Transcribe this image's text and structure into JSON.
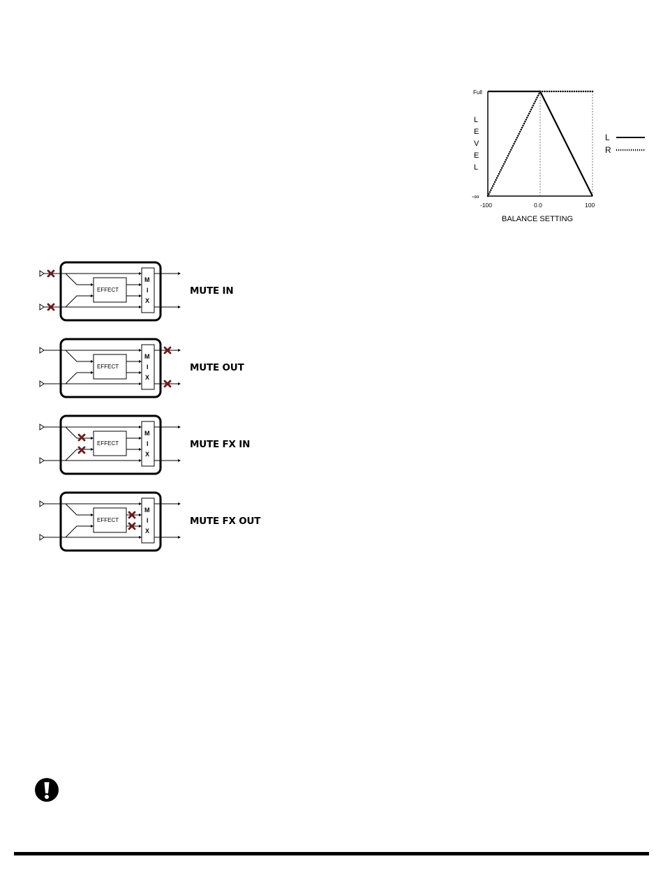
{
  "balance_chart": {
    "y_top_label": "Full",
    "y_bottom_label": "-∞",
    "ylabel_letters": [
      "L",
      "E",
      "V",
      "E",
      "L"
    ],
    "x_tick_labels": [
      "-100",
      "0.0",
      "100"
    ],
    "xlabel": "BALANCE SETTING",
    "legend": [
      {
        "label": "L",
        "style": "solid"
      },
      {
        "label": "R",
        "style": "dotted"
      }
    ]
  },
  "chart_data": {
    "type": "line",
    "title": "",
    "xlabel": "BALANCE SETTING",
    "ylabel": "LEVEL",
    "xlim": [
      -100,
      100
    ],
    "y_scale": [
      "-∞",
      "Full"
    ],
    "grid": false,
    "legend_position": "right",
    "series": [
      {
        "name": "L",
        "style": "solid",
        "x": [
          -100,
          0,
          100
        ],
        "y": [
          1,
          1,
          0
        ]
      },
      {
        "name": "R",
        "style": "dotted",
        "x": [
          -100,
          0,
          100
        ],
        "y": [
          0,
          1,
          1
        ]
      }
    ]
  },
  "diagrams": [
    {
      "label": "MUTE IN",
      "block_label": "EFFECT",
      "mix_letters": [
        "M",
        "I",
        "X"
      ],
      "mute_at": "in"
    },
    {
      "label": "MUTE OUT",
      "block_label": "EFFECT",
      "mix_letters": [
        "M",
        "I",
        "X"
      ],
      "mute_at": "out"
    },
    {
      "label": "MUTE FX IN",
      "block_label": "EFFECT",
      "mix_letters": [
        "M",
        "I",
        "X"
      ],
      "mute_at": "fx_in"
    },
    {
      "label": "MUTE FX OUT",
      "block_label": "EFFECT",
      "mix_letters": [
        "M",
        "I",
        "X"
      ],
      "mute_at": "fx_out"
    }
  ],
  "icons": {
    "caution": "exclamation-icon",
    "mute": "x-mark-icon"
  },
  "colors": {
    "mute_x": "#6b1a1a",
    "line": "#000000"
  }
}
